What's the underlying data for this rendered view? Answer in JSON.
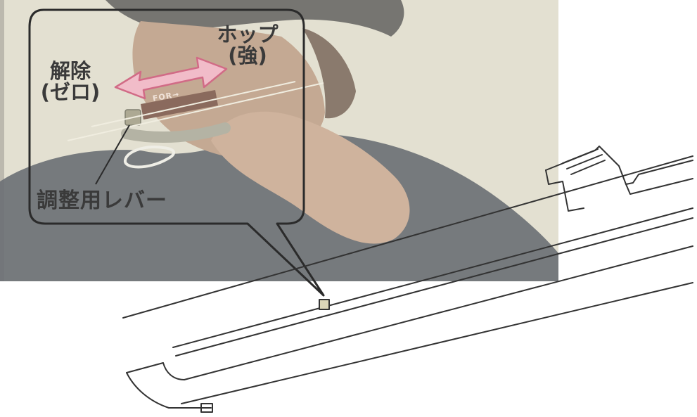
{
  "labels": {
    "hop_line1": "ホップ",
    "hop_line2": "(強)",
    "release_line1": "解除",
    "release_line2": "(ゼロ)",
    "lever": "調整用レバー",
    "mini_plate": "FOR→"
  },
  "colors": {
    "photo_background": "#e2dfcf",
    "arrow_fill": "#f1bcc9",
    "arrow_stroke": "#d16b86",
    "callout_stroke": "#2b2b2b",
    "line_art": "#333333",
    "text": "#3a3a3a"
  },
  "icons": {
    "double_arrow": "double-arrow-icon",
    "callout": "speech-bubble-icon"
  }
}
